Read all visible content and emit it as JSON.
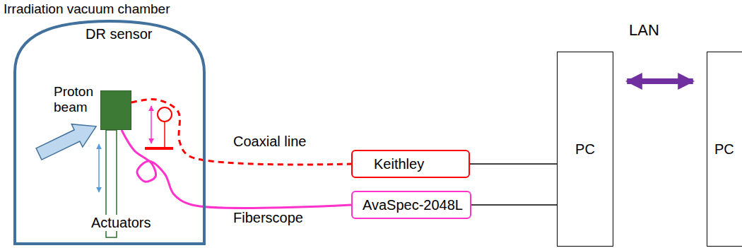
{
  "diagram": {
    "nodes": [
      {
        "text": [
          "Irradiation vacuum chamber"
        ]
      },
      {
        "text": [
          "DR sensor"
        ],
        "in": 0
      },
      {
        "text": [
          "Keithley"
        ]
      },
      {
        "text": [
          "AvaSpec-2048L"
        ]
      },
      {
        "text": [
          "PC"
        ]
      },
      {
        "text": [
          "PC"
        ]
      }
    ],
    "edges": [
      {
        "from": 1,
        "to": 2,
        "arrow": "none",
        "label": "Coaxial line"
      },
      {
        "from": 1,
        "to": 3,
        "arrow": "none",
        "label": "Fiberscope"
      },
      {
        "from": 2,
        "to": 4,
        "arrow": "none"
      },
      {
        "from": 3,
        "to": 4,
        "arrow": "none"
      },
      {
        "from": 4,
        "to": 5,
        "arrow": "both",
        "label": "LAN"
      }
    ],
    "labels": [
      "Proton beam",
      "Actuators"
    ]
  }
}
